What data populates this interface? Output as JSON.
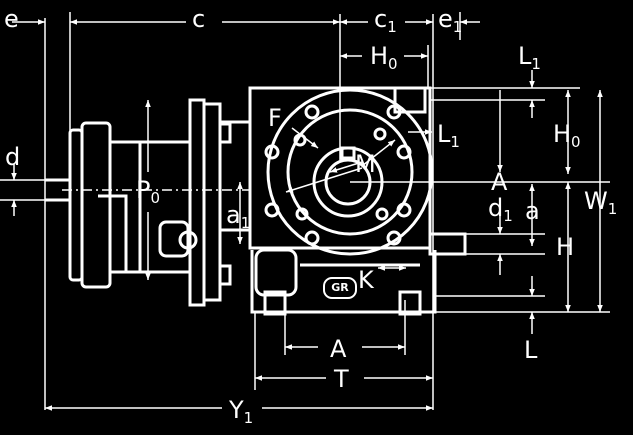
{
  "labels": {
    "e": "e",
    "c": "c",
    "c1": "c",
    "c1_sub": "1",
    "e1": "e",
    "e1_sub": "1",
    "H0_top": "H",
    "H0_top_sub": "0",
    "L1_top": "L",
    "L1_top_sub": "1",
    "L1_mid": "L",
    "L1_mid_sub": "1",
    "H0_right": "H",
    "H0_right_sub": "0",
    "F": "F",
    "M": "M",
    "d": "d",
    "P0": "P",
    "P0_sub": "0",
    "a1": "a",
    "a1_sub": "1",
    "A_right": "A",
    "d1": "d",
    "d1_sub": "1",
    "a_right": "a",
    "W1": "W",
    "W1_sub": "1",
    "H": "H",
    "K": "K",
    "L_bottom": "L",
    "A_bottom": "A",
    "T": "T",
    "Y1": "Y",
    "Y1_sub": "1"
  },
  "badge": "GR",
  "colors": {
    "background": "#000000",
    "lines": "#ffffff"
  }
}
